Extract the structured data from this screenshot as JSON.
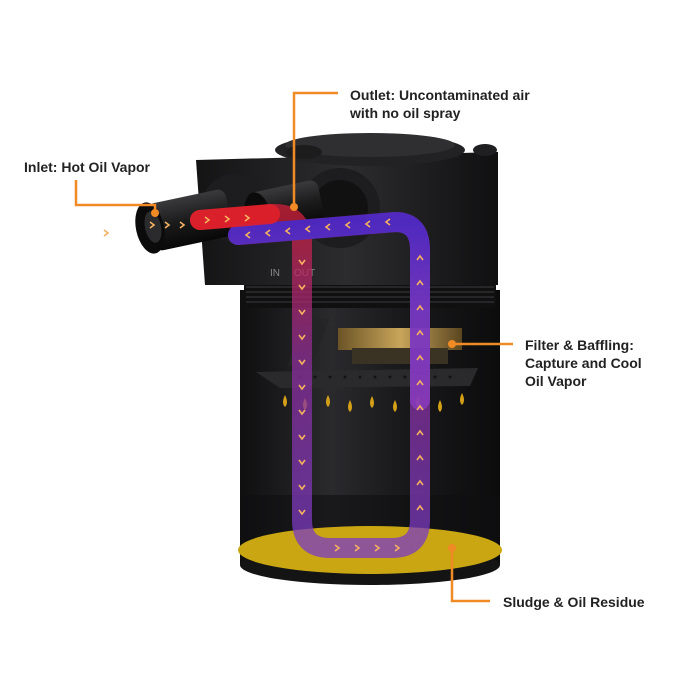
{
  "callouts": {
    "inlet": [
      "Inlet: Hot Oil Vapor"
    ],
    "outlet": [
      "Outlet: Uncontaminated air",
      "with no oil spray"
    ],
    "filter": [
      "Filter & Baffling:",
      "Capture and Cool",
      "Oil Vapor"
    ],
    "sludge": [
      "Sludge & Oil Residue"
    ]
  },
  "port_labels": {
    "in": "IN",
    "out": "OUT"
  },
  "colors": {
    "accent": "#f08a24",
    "hot_flow": "#e0202a",
    "cool_flow": "#2b2bd6",
    "sludge": "#c9a612",
    "drip": "#d4a017",
    "body": "#1b1b1d",
    "label_text": "#222222"
  }
}
